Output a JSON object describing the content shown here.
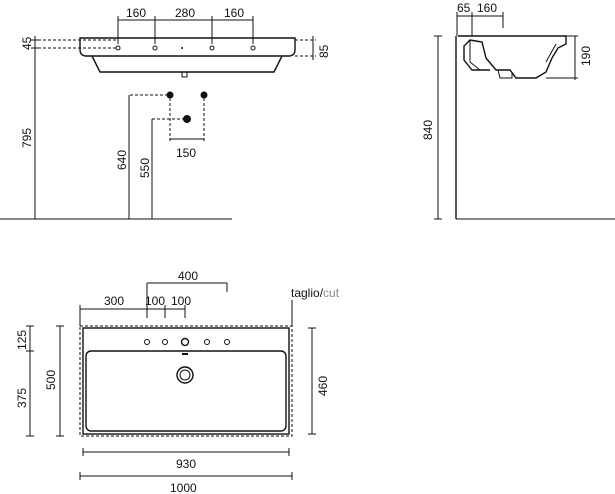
{
  "colors": {
    "line": "#111111",
    "cut_gray": "#8a8a8a",
    "background": "#ffffff"
  },
  "front_view": {
    "dim_top_left": "160",
    "dim_top_mid": "280",
    "dim_top_right": "160",
    "dim_45": "45",
    "dim_85": "85",
    "dim_795": "795",
    "dim_640": "640",
    "dim_550": "550",
    "dim_150": "150"
  },
  "side_view": {
    "dim_65": "65",
    "dim_160": "160",
    "dim_190": "190",
    "dim_840": "840"
  },
  "plan_view": {
    "dim_400": "400",
    "dim_300": "300",
    "dim_100a": "100",
    "dim_100b": "100",
    "cut_label": "taglio/",
    "cut_label_en": "cut",
    "dim_125": "125",
    "dim_375": "375",
    "dim_500": "500",
    "dim_460": "460",
    "dim_930": "930",
    "dim_1000": "1000"
  }
}
